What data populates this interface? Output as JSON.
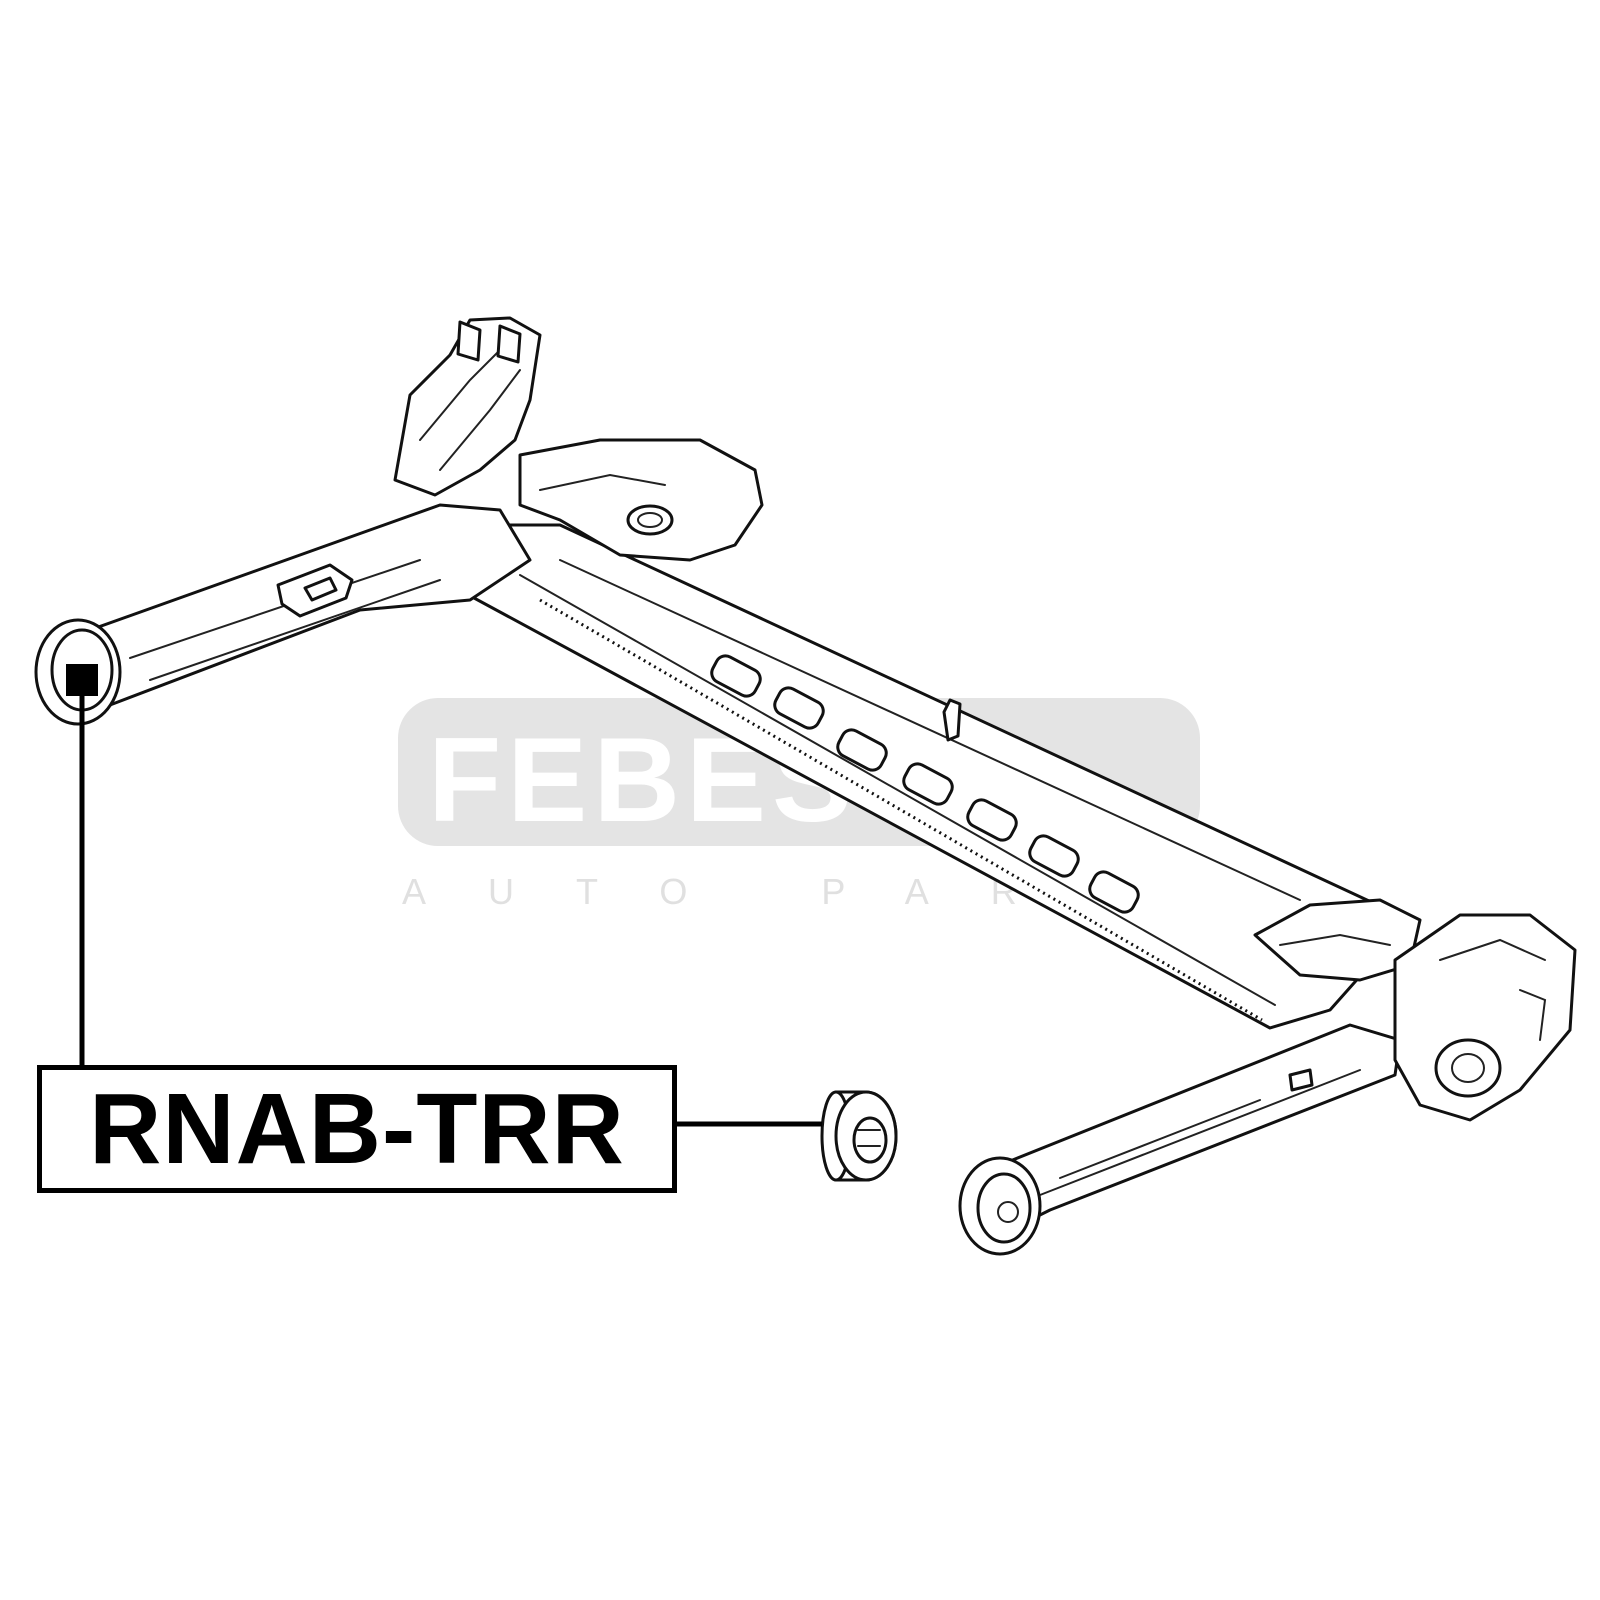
{
  "watermark": {
    "brand": "FEBEST",
    "subtitle": "AUTO PARTS"
  },
  "callout": {
    "part_number": "RNAB-TRR"
  },
  "colors": {
    "line": "#000000",
    "watermark": "#e4e4e4",
    "background": "#ffffff"
  }
}
